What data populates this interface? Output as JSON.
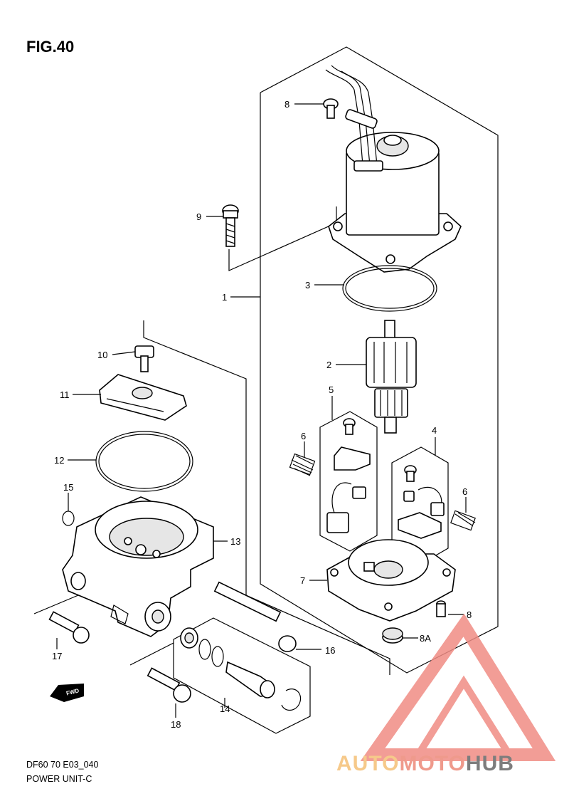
{
  "figure": {
    "title": "FIG.40"
  },
  "footer": {
    "model": "DF60 70 E03_040",
    "name": "POWER UNIT-C"
  },
  "callouts": {
    "c1": "1",
    "c2": "2",
    "c3": "3",
    "c4": "4",
    "c5": "5",
    "c6a": "6",
    "c6b": "6",
    "c7": "7",
    "c8a": "8",
    "c8b": "8",
    "c8A": "8A",
    "c9": "9",
    "c10": "10",
    "c11": "11",
    "c12": "12",
    "c13": "13",
    "c14": "14",
    "c15": "15",
    "c16": "16",
    "c17": "17",
    "c18": "18"
  },
  "watermark": {
    "part1": "AUTO",
    "part2": "MOTO",
    "part3": "HUB",
    "colors": {
      "part1": "#f6c98a",
      "part2": "#ef9a8c",
      "part3": "#7d7d7d",
      "triangle": "#f08c84"
    }
  },
  "fwd_marker": {
    "label": "FWD"
  }
}
